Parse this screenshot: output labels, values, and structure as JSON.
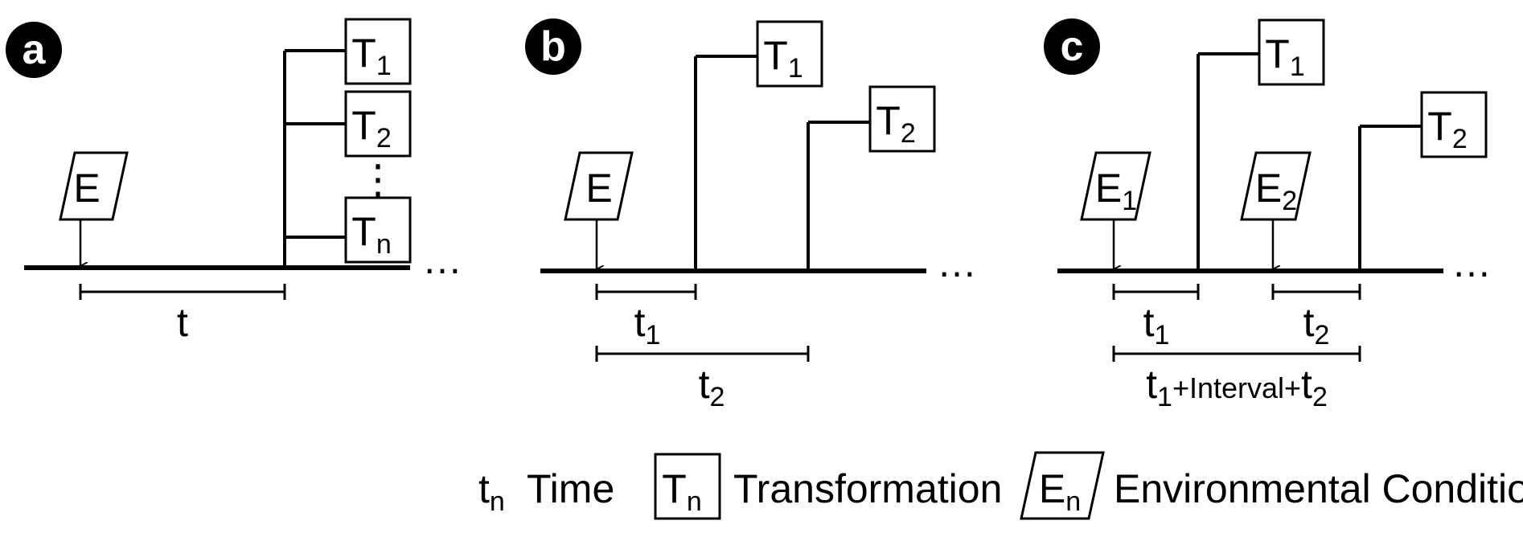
{
  "panels": [
    {
      "letter": "a"
    },
    {
      "letter": "b"
    },
    {
      "letter": "c"
    }
  ],
  "symbols": {
    "T": "T",
    "E": "E",
    "t": "t",
    "sub1": "1",
    "sub2": "2",
    "subn": "n",
    "interval_text": "+Interval+",
    "vdots": "⋮",
    "ellipsis": "…"
  },
  "legend": {
    "time_symbol": "t",
    "time_sub": "n",
    "time_label": "Time",
    "transformation_symbol": "T",
    "transformation_sub": "n",
    "transformation_label": "Transformation",
    "env_symbol": "E",
    "env_sub": "n",
    "env_label": "Environmental Condition"
  }
}
